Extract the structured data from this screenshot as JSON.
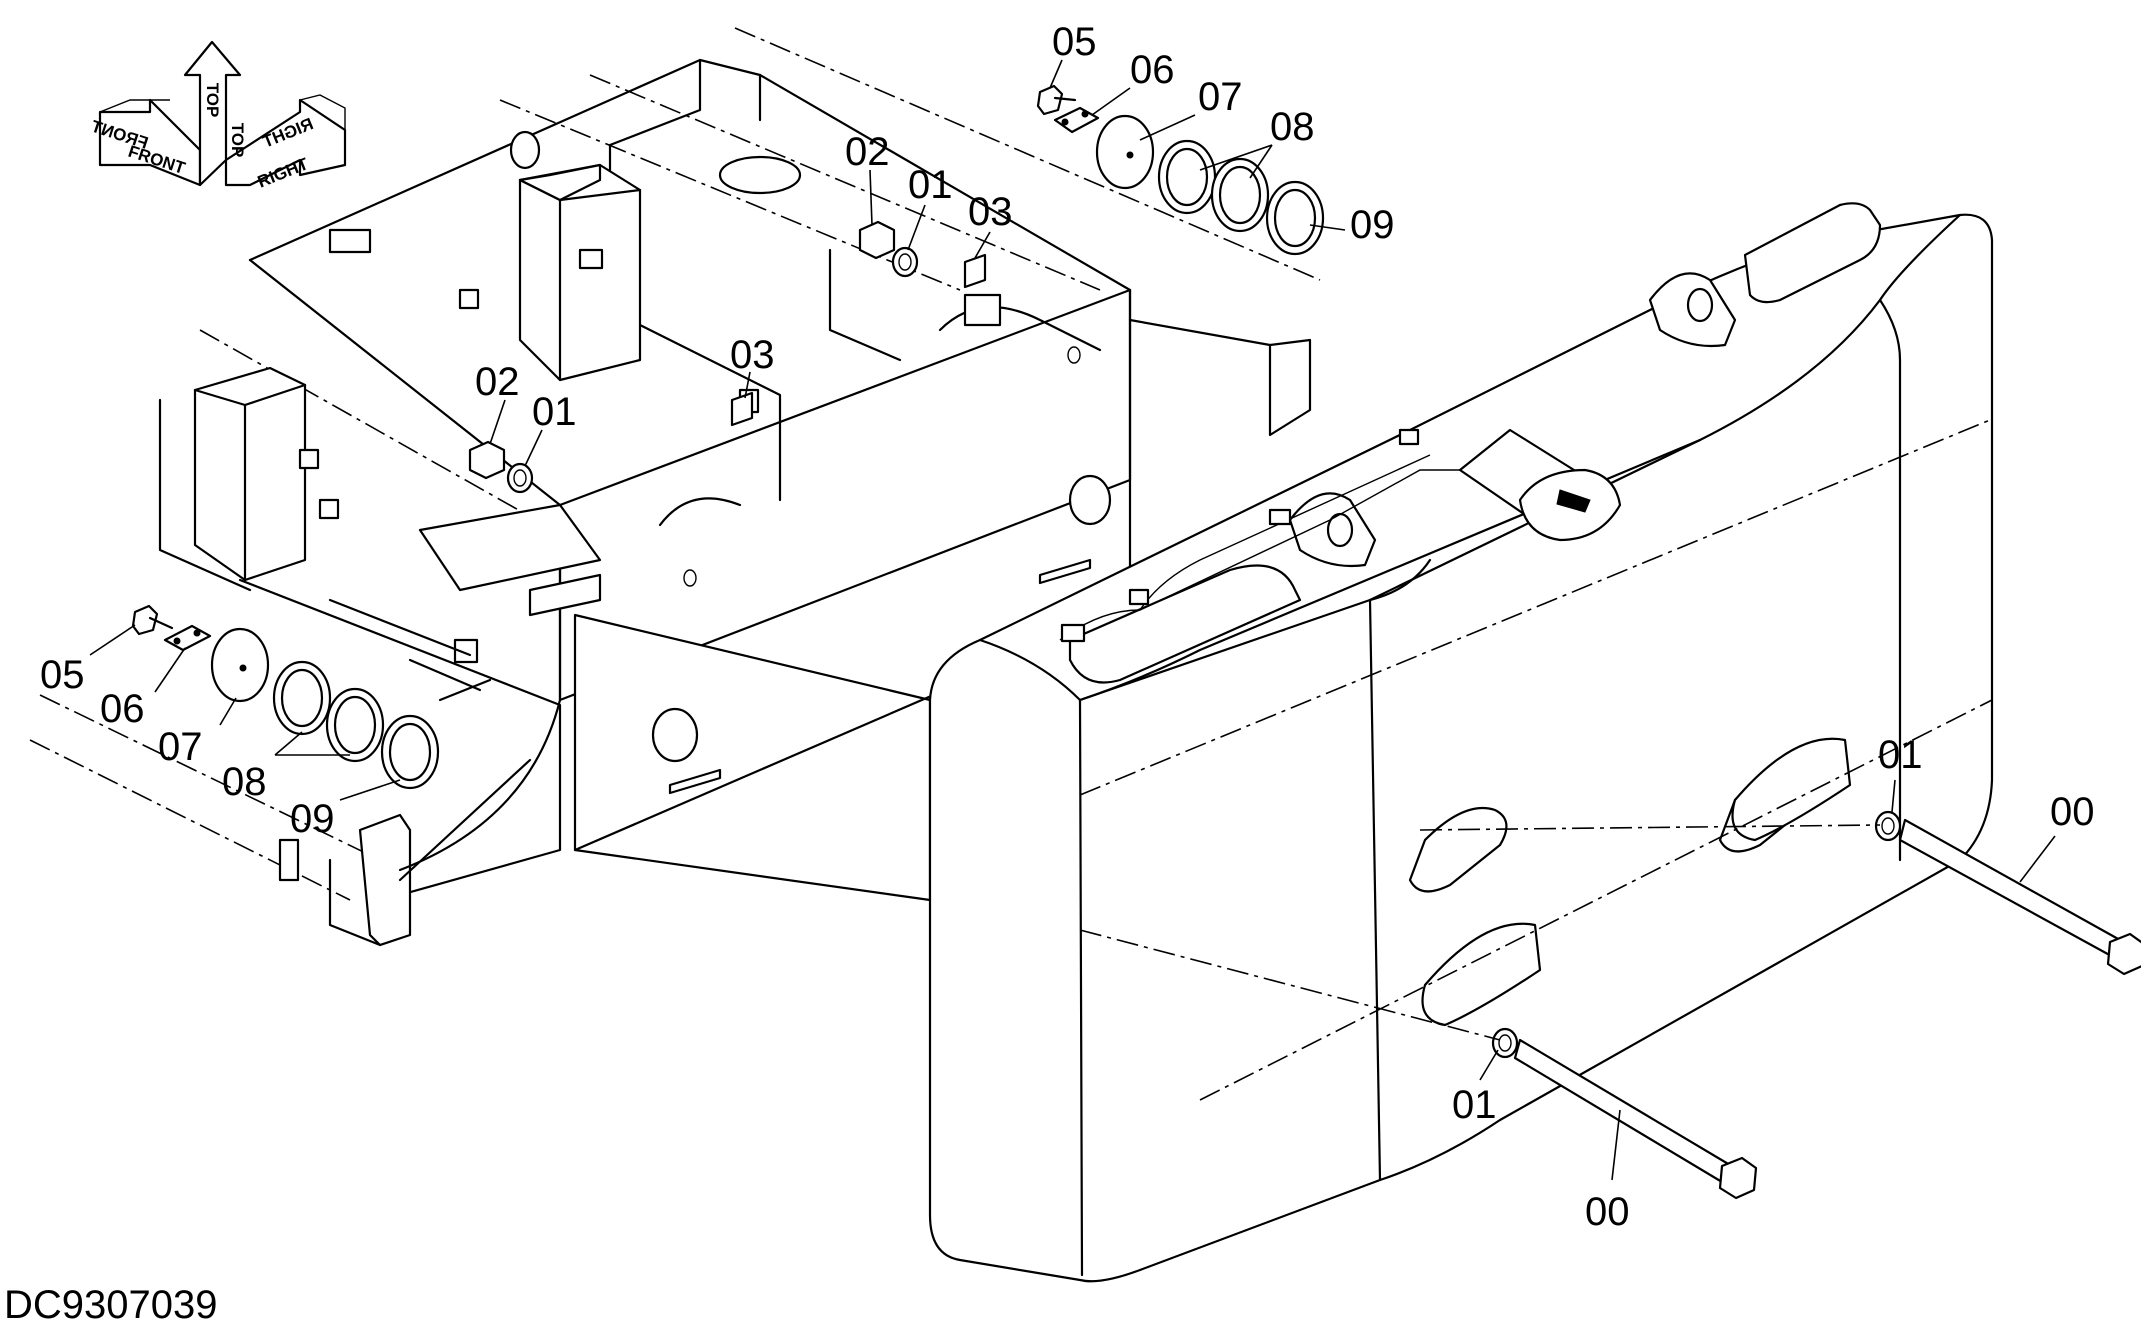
{
  "drawing_id": "DC9307039",
  "orientation_labels": {
    "front": "FRONT",
    "top": "TOP",
    "right": "RIGHT"
  },
  "callouts": {
    "part_00_a": "00",
    "part_00_b": "00",
    "part_01_a": "01",
    "part_01_b": "01",
    "part_01_c": "01",
    "part_01_d": "01",
    "part_02_a": "02",
    "part_02_b": "02",
    "part_03_a": "03",
    "part_03_b": "03",
    "part_05_a": "05",
    "part_05_b": "05",
    "part_06_a": "06",
    "part_06_b": "06",
    "part_07_a": "07",
    "part_07_b": "07",
    "part_08_a": "08",
    "part_08_b": "08",
    "part_09_a": "09",
    "part_09_b": "09"
  }
}
